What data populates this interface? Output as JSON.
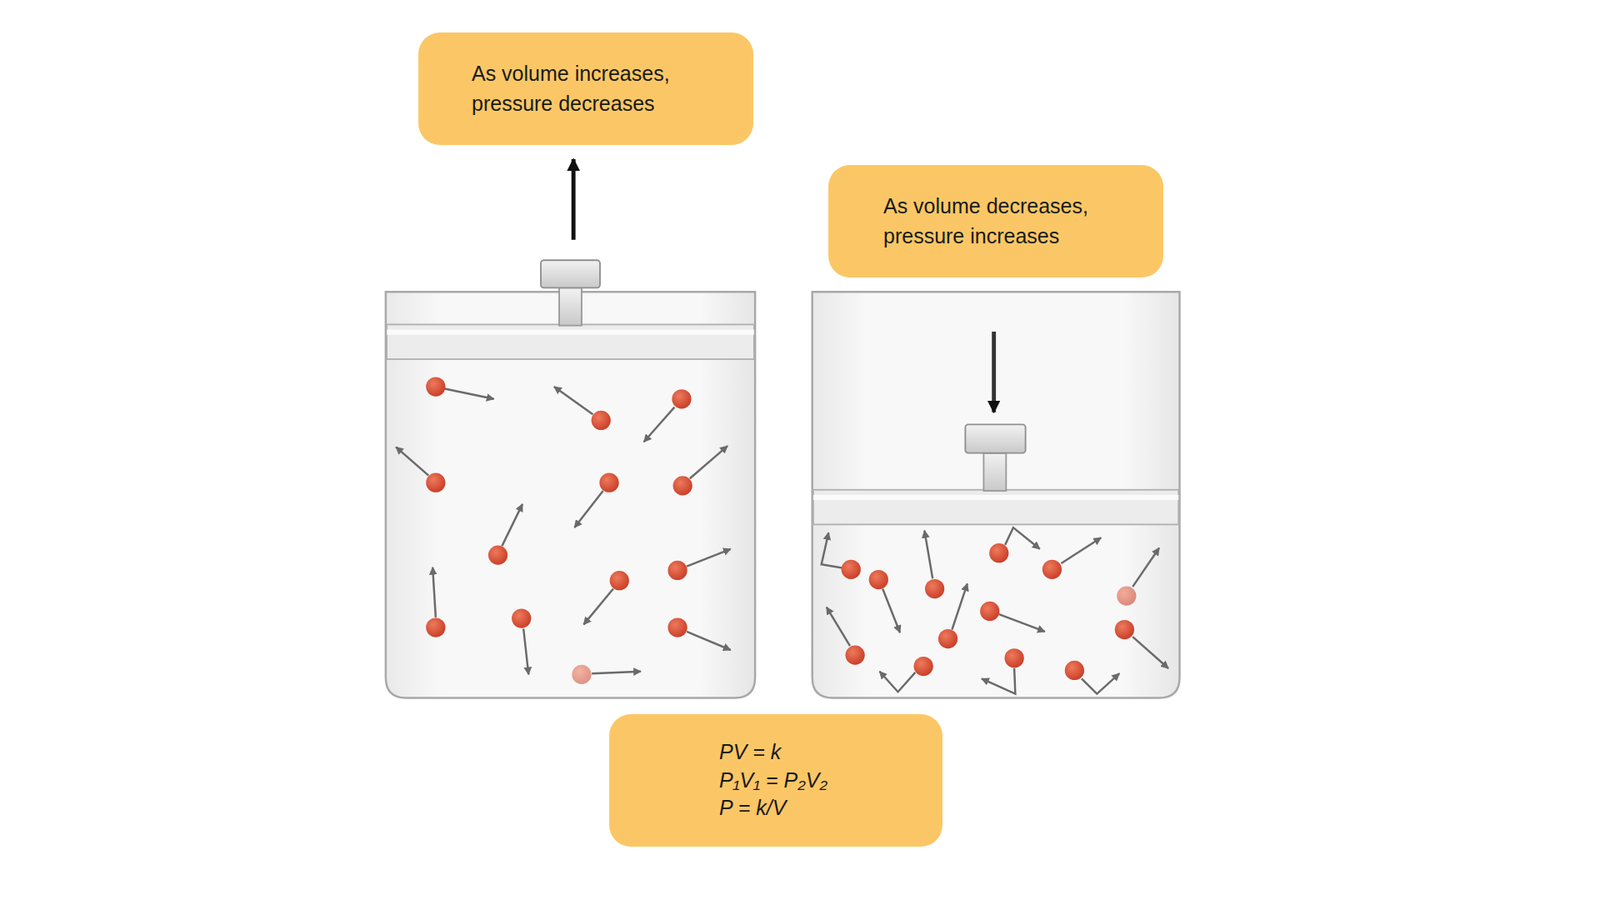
{
  "diagram": {
    "nodes": [
      {
        "text": [
          "As volume increases, pressure decreases"
        ]
      },
      {
        "text": [
          "As volume decreases, pressure increases"
        ]
      },
      {
        "text": [
          "PV = k",
          "P₁V₁ = P₂V₂",
          "P = k/V"
        ]
      }
    ]
  }
}
